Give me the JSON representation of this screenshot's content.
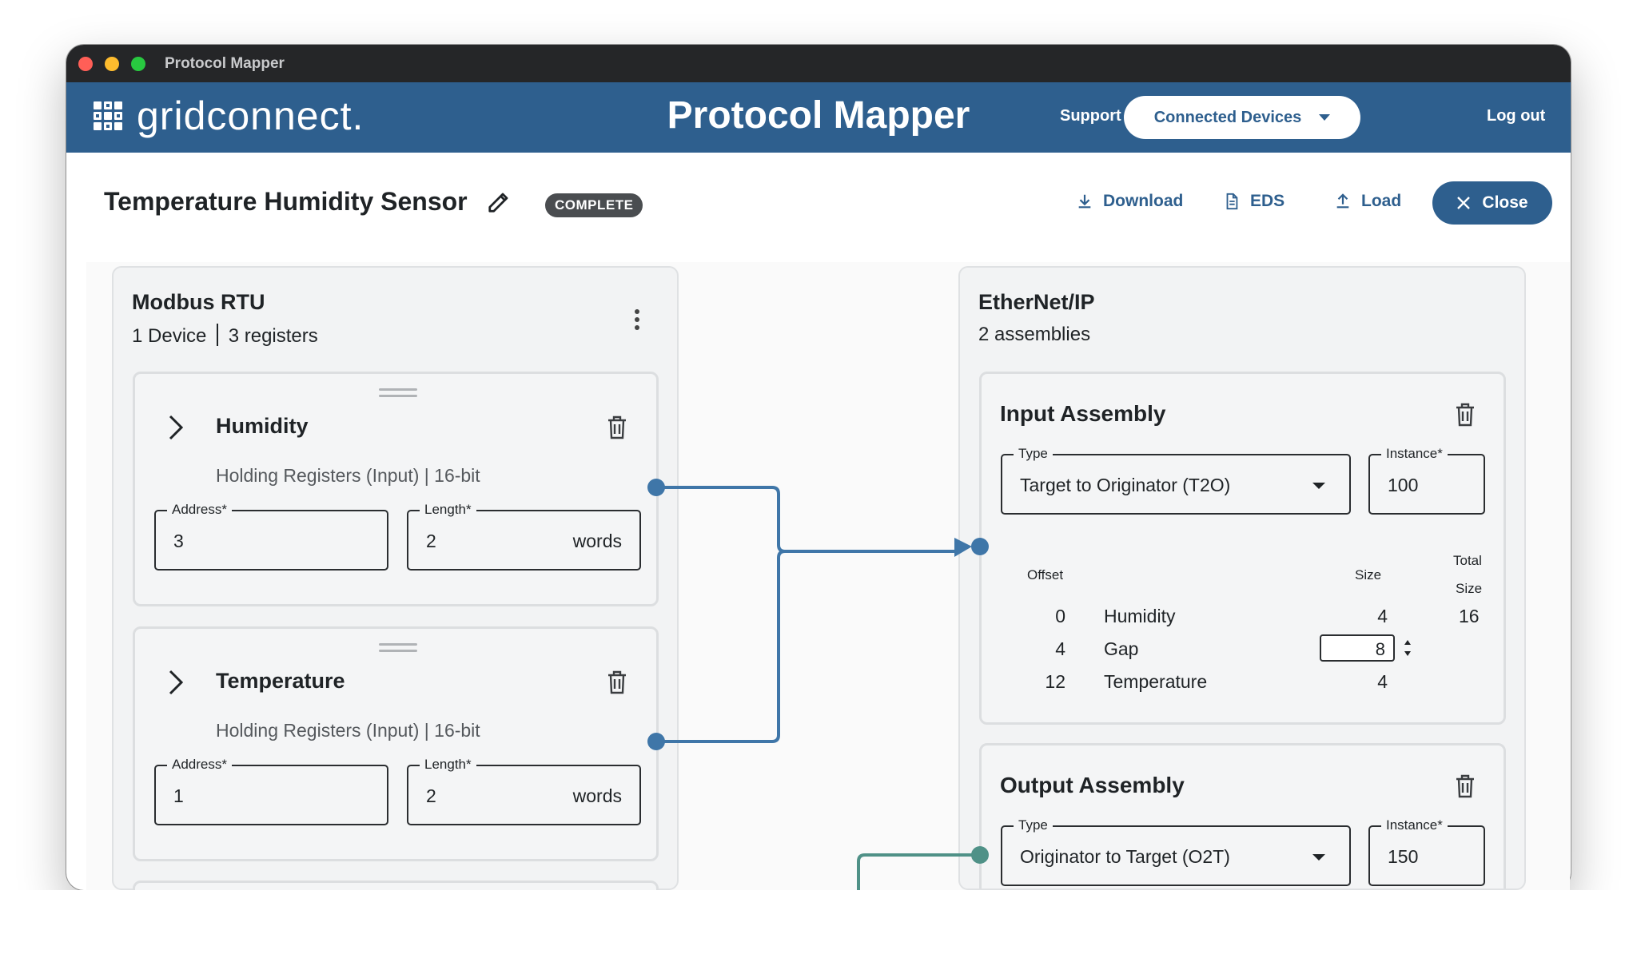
{
  "window": {
    "title": "Protocol Mapper"
  },
  "header": {
    "logo_text": "gridconnect.",
    "app_title": "Protocol Mapper",
    "devices_label": "Connected Devices",
    "support_label": "Support",
    "logout_label": "Log out"
  },
  "toolbar": {
    "page_title": "Temperature Humidity Sensor",
    "status": "COMPLETE",
    "download_label": "Download",
    "eds_label": "EDS",
    "load_label": "Load",
    "close_label": "Close"
  },
  "modbus": {
    "title": "Modbus RTU",
    "device_count": "1 Device",
    "register_count": "3 registers",
    "registers": [
      {
        "name": "Humidity",
        "subtitle": "Holding Registers (Input) | 16-bit",
        "address_label": "Address*",
        "address": "3",
        "length_label": "Length*",
        "length": "2",
        "length_unit": "words"
      },
      {
        "name": "Temperature",
        "subtitle": "Holding Registers (Input) | 16-bit",
        "address_label": "Address*",
        "address": "1",
        "length_label": "Length*",
        "length": "2",
        "length_unit": "words"
      }
    ]
  },
  "ethernet": {
    "title": "EtherNet/IP",
    "subtitle": "2 assemblies",
    "input_assembly": {
      "title": "Input Assembly",
      "type_label": "Type",
      "type_value": "Target to Originator (T2O)",
      "instance_label": "Instance*",
      "instance_value": "100",
      "headers": {
        "offset": "Offset",
        "size": "Size",
        "total_line1": "Total",
        "total_line2": "Size"
      },
      "total_size": "16",
      "rows": [
        {
          "offset": "0",
          "name": "Humidity",
          "size": "4"
        },
        {
          "offset": "4",
          "name": "Gap",
          "size": "8"
        },
        {
          "offset": "12",
          "name": "Temperature",
          "size": "4"
        }
      ]
    },
    "output_assembly": {
      "title": "Output Assembly",
      "type_label": "Type",
      "type_value": "Originator to Target (O2T)",
      "instance_label": "Instance*",
      "instance_value": "150"
    }
  },
  "colors": {
    "brand": "#2e5f8e",
    "link_blue": "#3f76a8",
    "link_teal": "#4f9187",
    "status_badge": "#4a4d50"
  },
  "icons": [
    "edit-icon",
    "download-icon",
    "document-icon",
    "upload-icon",
    "close-icon",
    "kebab-icon",
    "chevron-right-icon",
    "trash-icon",
    "caret-down-icon",
    "spinner-icon",
    "drag-handle-icon"
  ]
}
